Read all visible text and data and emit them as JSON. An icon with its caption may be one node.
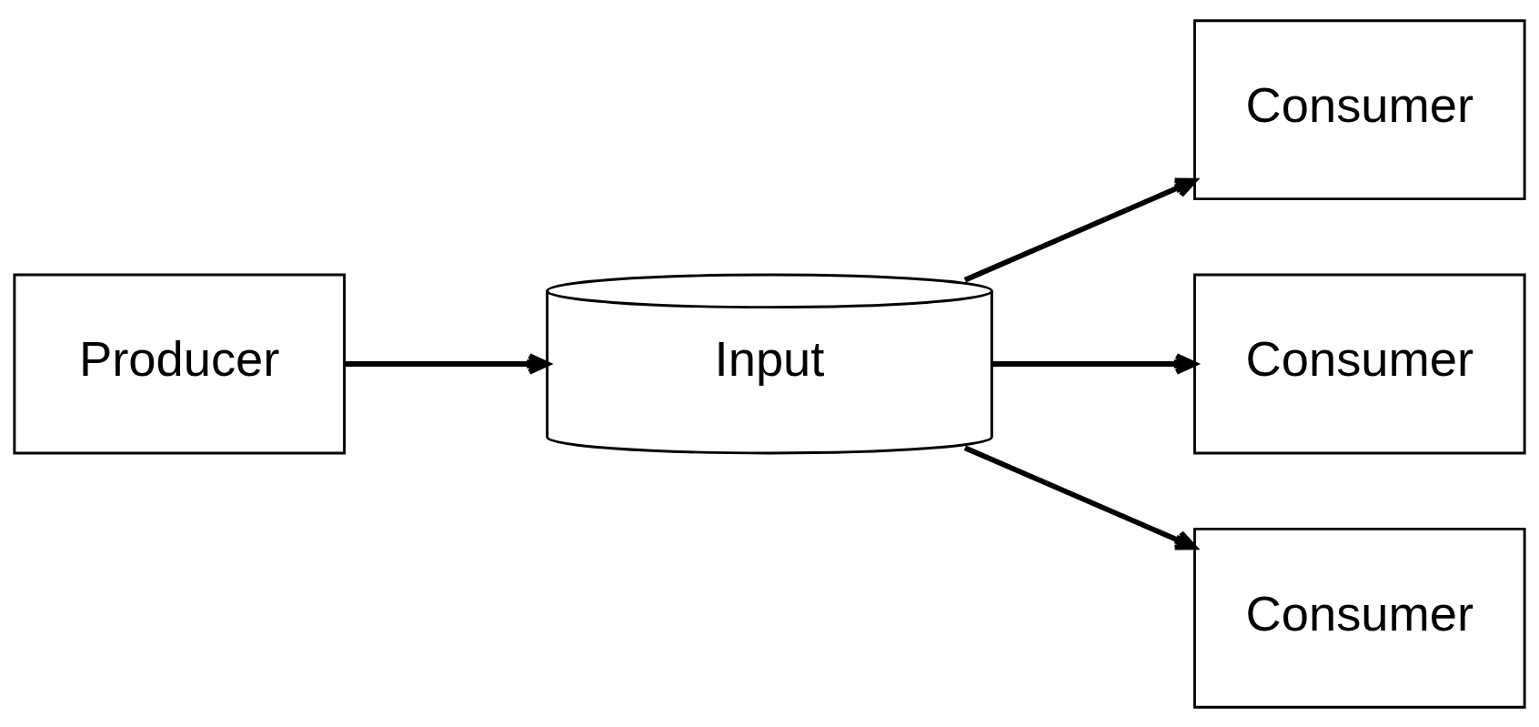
{
  "diagram": {
    "nodes": [
      {
        "text": [
          "Producer"
        ]
      },
      {
        "text": [
          "Input"
        ]
      },
      {
        "text": [
          "Consumer"
        ]
      },
      {
        "text": [
          "Consumer"
        ]
      },
      {
        "text": [
          "Consumer"
        ]
      }
    ],
    "edges": [
      {
        "from": 0,
        "to": 1,
        "arrow": "to"
      },
      {
        "from": 1,
        "to": 2,
        "arrow": "to"
      },
      {
        "from": 1,
        "to": 3,
        "arrow": "to"
      },
      {
        "from": 1,
        "to": 4,
        "arrow": "to"
      }
    ]
  }
}
